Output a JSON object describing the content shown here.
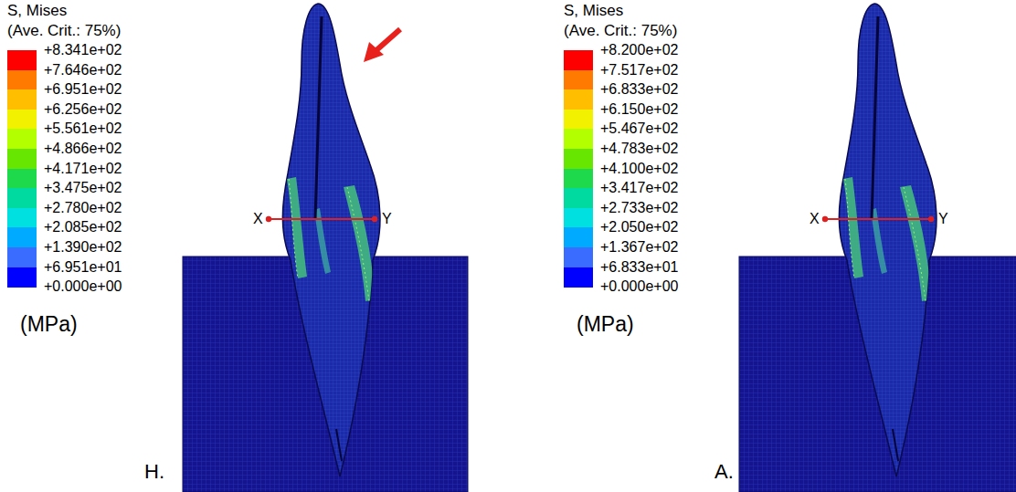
{
  "diagram": {
    "labels": [
      "S, Mises",
      "(Ave. Crit.: 75%)",
      "(MPa)",
      "X",
      "Y",
      "H.",
      "S, Mises",
      "(Ave. Crit.: 75%)",
      "(MPa)",
      "X",
      "Y",
      "A."
    ],
    "legend": [
      {
        "text": "+8.341e+02",
        "color": "#ff0000"
      },
      {
        "text": "+7.646e+02",
        "color": "#ff7a00"
      },
      {
        "text": "+6.951e+02",
        "color": "#ffbf00"
      },
      {
        "text": "+6.256e+02",
        "color": "#f2f200"
      },
      {
        "text": "+5.561e+02",
        "color": "#b3ff00"
      },
      {
        "text": "+4.866e+02",
        "color": "#66e600"
      },
      {
        "text": "+4.171e+02",
        "color": "#1fd94d"
      },
      {
        "text": "+3.475e+02",
        "color": "#00d9a0"
      },
      {
        "text": "+2.780e+02",
        "color": "#00e0e0"
      },
      {
        "text": "+2.085e+02",
        "color": "#00aaff"
      },
      {
        "text": "+1.390e+02",
        "color": "#3a6cff"
      },
      {
        "text": "+6.951e+01",
        "color": "#0000ff"
      },
      {
        "text": "+0.000e+00"
      },
      {
        "text": "+8.200e+02",
        "color": "#ff0000"
      },
      {
        "text": "+7.517e+02",
        "color": "#ff7a00"
      },
      {
        "text": "+6.833e+02",
        "color": "#ffbf00"
      },
      {
        "text": "+6.150e+02",
        "color": "#f2f200"
      },
      {
        "text": "+5.467e+02",
        "color": "#b3ff00"
      },
      {
        "text": "+4.783e+02",
        "color": "#66e600"
      },
      {
        "text": "+4.100e+02",
        "color": "#1fd94d"
      },
      {
        "text": "+3.417e+02",
        "color": "#00d9a0"
      },
      {
        "text": "+2.733e+02",
        "color": "#00e0e0"
      },
      {
        "text": "+2.050e+02",
        "color": "#00aaff"
      },
      {
        "text": "+1.367e+02",
        "color": "#3a6cff"
      },
      {
        "text": "+6.833e+01",
        "color": "#0000ff"
      },
      {
        "text": "+0.000e+00"
      }
    ]
  }
}
